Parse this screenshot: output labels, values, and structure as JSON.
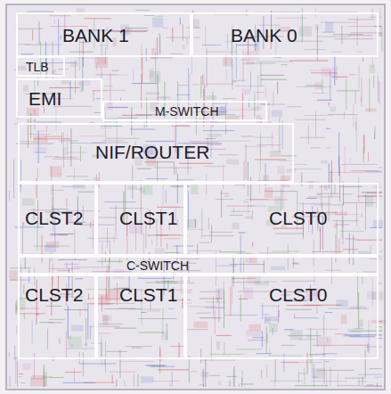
{
  "diagram": {
    "nodes": [
      {
        "text": [
          "BANK 1"
        ]
      },
      {
        "text": [
          "BANK 0"
        ]
      },
      {
        "text": [
          "TLB"
        ]
      },
      {
        "text": [
          "EMI"
        ]
      },
      {
        "text": [
          "M-SWITCH"
        ]
      },
      {
        "text": [
          "NIF/ROUTER"
        ]
      },
      {
        "text": [
          "CLST2"
        ]
      },
      {
        "text": [
          "CLST1"
        ]
      },
      {
        "text": [
          "CLST0"
        ]
      },
      {
        "text": [
          "C-SWITCH"
        ]
      },
      {
        "text": [
          "CLST2"
        ]
      },
      {
        "text": [
          "CLST1"
        ]
      },
      {
        "text": [
          "CLST0"
        ]
      }
    ]
  }
}
